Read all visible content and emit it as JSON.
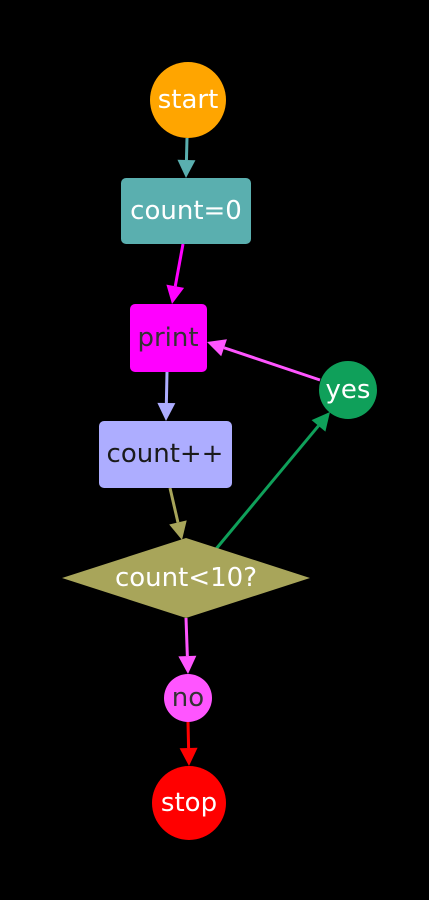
{
  "diagram": {
    "nodes": {
      "start": {
        "label": "start",
        "shape": "circle",
        "fill": "#FFA500",
        "text_color": "#FFFFFF"
      },
      "init": {
        "label": "count=0",
        "shape": "rectangle",
        "fill": "#5AAFAF",
        "text_color": "#FFFFFF"
      },
      "print": {
        "label": "print",
        "shape": "rectangle",
        "fill": "#FF00FF",
        "text_color": "#333333"
      },
      "incr": {
        "label": "count++",
        "shape": "rectangle",
        "fill": "#ADADFF",
        "text_color": "#1A1A1A"
      },
      "check": {
        "label": "count<10?",
        "shape": "diamond",
        "fill": "#A8A55A",
        "text_color": "#FFFFFF"
      },
      "yes": {
        "label": "yes",
        "shape": "circle",
        "fill": "#0FA05A",
        "text_color": "#FFFFFF"
      },
      "no": {
        "label": "no",
        "shape": "circle",
        "fill": "#FF55FF",
        "text_color": "#333333"
      },
      "stop": {
        "label": "stop",
        "shape": "circle",
        "fill": "#FF0000",
        "text_color": "#FFFFFF"
      }
    },
    "edges": [
      {
        "from": "start",
        "to": "init",
        "color": "#5AAFAF"
      },
      {
        "from": "init",
        "to": "print",
        "color": "#FF00FF"
      },
      {
        "from": "print",
        "to": "incr",
        "color": "#ADADFF"
      },
      {
        "from": "incr",
        "to": "check",
        "color": "#A8A55A"
      },
      {
        "from": "check",
        "to": "yes",
        "color": "#0FA05A"
      },
      {
        "from": "yes",
        "to": "print",
        "color": "#FF55FF"
      },
      {
        "from": "check",
        "to": "no",
        "color": "#FF55FF"
      },
      {
        "from": "no",
        "to": "stop",
        "color": "#FF0000"
      }
    ]
  }
}
